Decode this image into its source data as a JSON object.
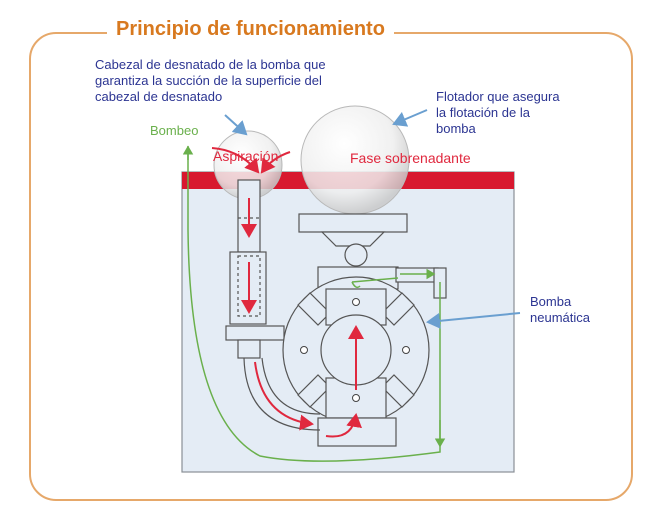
{
  "title": "Principio de funcionamiento",
  "labels": {
    "skimmer_head": [
      "Cabezal de desnatado de la bomba que",
      "garantiza la succión de la superficie del",
      "cabezal de desnatado"
    ],
    "float": [
      "Flotador que asegura",
      "la flotación de la",
      "bomba"
    ],
    "pumping": "Bombeo",
    "suction": "Aspiración",
    "supernatant": "Fase sobrenadante",
    "pneumatic_pump": [
      "Bomba",
      "neumática"
    ]
  },
  "colors": {
    "frame": "#e6a86a",
    "title": "#d8791f",
    "label_blue": "#2c3592",
    "callout_arrow": "#6a9fd0",
    "pumping_green": "#6ab04c",
    "flow_red": "#e0283e",
    "supernatant_band": "#d8182f",
    "tank_fill": "#e4ecf5",
    "machine_stroke": "#555555"
  }
}
